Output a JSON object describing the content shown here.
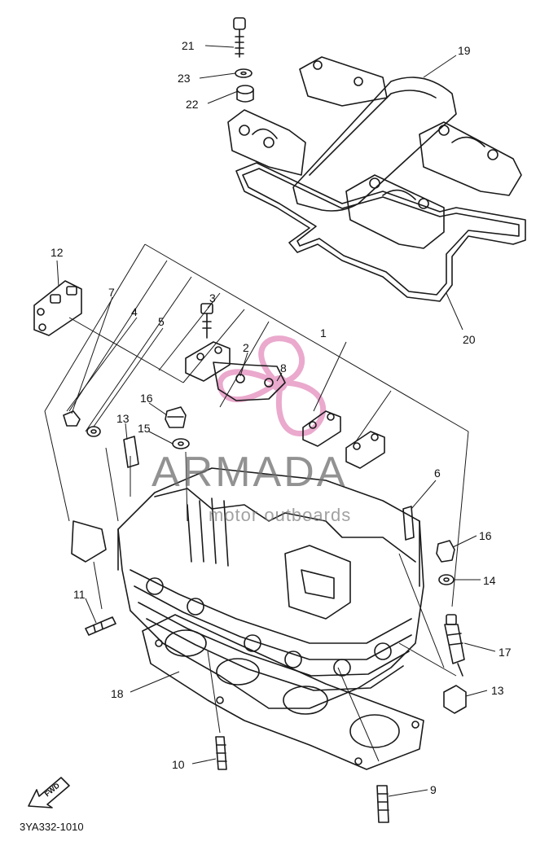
{
  "diagram": {
    "part_number": "3YA332-1010",
    "fwd_label": "FWD",
    "watermark": {
      "brand": "ARMADA",
      "sub": "motor outboards"
    },
    "callouts": [
      "21",
      "23",
      "22",
      "19",
      "20",
      "12",
      "7",
      "4",
      "5",
      "3",
      "2",
      "1",
      "8",
      "16",
      "13",
      "15",
      "6",
      "16",
      "14",
      "11",
      "17",
      "13",
      "18",
      "10",
      "9"
    ],
    "colors": {
      "ink": "#1a1a1a",
      "watermark_logo": "#e8a0c8",
      "watermark_text": "#6e6e6e",
      "background": "#ffffff"
    }
  }
}
